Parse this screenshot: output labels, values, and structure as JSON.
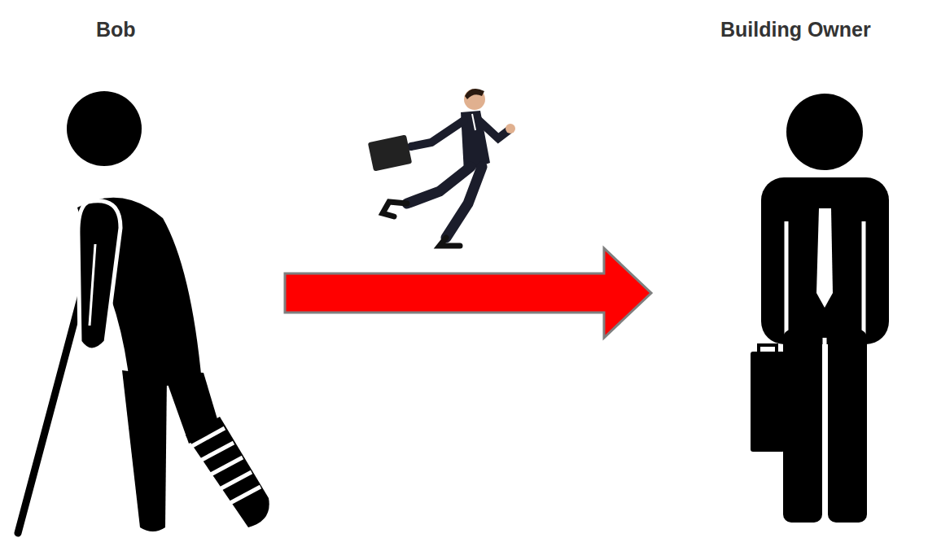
{
  "diagram": {
    "nodes": [
      {
        "text": [
          "Bob"
        ]
      },
      {
        "text": [
          "Building Owner"
        ]
      }
    ],
    "edges": [
      {
        "from": 0,
        "to": 1,
        "arrow": "to"
      }
    ]
  }
}
